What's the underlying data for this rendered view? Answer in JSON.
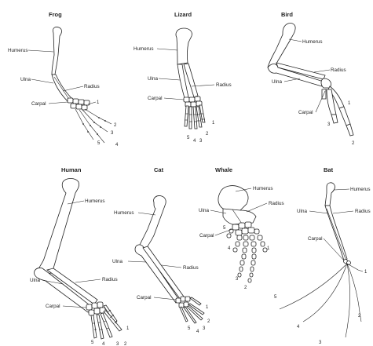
{
  "panels": {
    "frog": {
      "title": "Frog",
      "humerus": "Humerus",
      "ulna": "Ulna",
      "radius": "Radius",
      "carpal": "Carpal",
      "digits": [
        "1",
        "2",
        "3",
        "4",
        "5"
      ]
    },
    "lizard": {
      "title": "Lizard",
      "humerus": "Humerus",
      "ulna": "Ulna",
      "radius": "Radius",
      "carpal": "Carpal",
      "digits": [
        "1",
        "2",
        "3",
        "4",
        "5"
      ]
    },
    "bird": {
      "title": "Bird",
      "humerus": "Humerus",
      "ulna": "Ulna",
      "radius": "Radius",
      "carpal": "Carpal",
      "digits": [
        "1",
        "2",
        "3"
      ]
    },
    "human": {
      "title": "Human",
      "humerus": "Humerus",
      "ulna": "Ulna",
      "radius": "Radius",
      "carpal": "Carpal",
      "digits": [
        "1",
        "2",
        "3",
        "4",
        "5"
      ]
    },
    "cat": {
      "title": "Cat",
      "humerus": "Humerus",
      "ulna": "Ulna",
      "radius": "Radius",
      "carpal": "Carpal",
      "digits": [
        "1",
        "2",
        "3",
        "4",
        "5"
      ]
    },
    "whale": {
      "title": "Whale",
      "humerus": "Humerus",
      "ulna": "Ulna",
      "radius": "Radius",
      "carpal": "Carpal",
      "digits": [
        "1",
        "2",
        "3",
        "4",
        "5"
      ]
    },
    "bat": {
      "title": "Bat",
      "humerus": "Humerus",
      "ulna": "Ulna",
      "radius": "Radius",
      "carpal": "Carpal",
      "digits": [
        "1",
        "2",
        "3",
        "4",
        "5"
      ]
    }
  }
}
